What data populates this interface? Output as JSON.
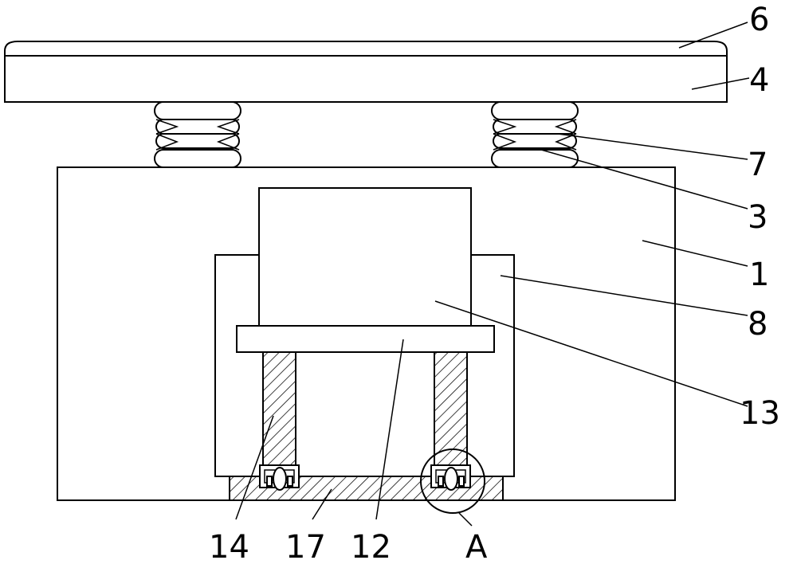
{
  "labels": {
    "l6": "6",
    "l4": "4",
    "l7": "7",
    "l3": "3",
    "l1": "1",
    "l8": "8",
    "l13": "13",
    "l14": "14",
    "l17": "17",
    "l12": "12",
    "lA": "A"
  },
  "colors": {
    "line": "#000000",
    "background": "#ffffff"
  }
}
